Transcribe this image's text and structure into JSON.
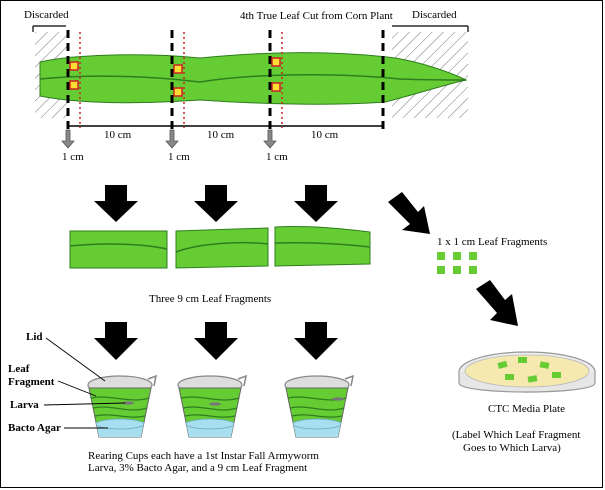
{
  "labels": {
    "title": "4th True Leaf Cut from Corn Plant",
    "discarded_left": "Discarded",
    "discarded_right": "Discarded",
    "seg1": "10 cm",
    "seg2": "10 cm",
    "seg3": "10 cm",
    "cm1": "1 cm",
    "cm2": "1 cm",
    "cm3": "1 cm",
    "fragments_1x1": "1 x 1 cm Leaf Fragments",
    "three_fragments": "Three 9 cm Leaf Fragments",
    "lid": "Lid",
    "leaf_fragment_line1": "Leaf",
    "leaf_fragment_line2": "Fragment",
    "larva": "Larva",
    "bacto_agar": "Bacto Agar",
    "ctc_plate": "CTC Media Plate",
    "ctc_note_line1": "(Label Which Leaf Fragment",
    "ctc_note_line2": "Goes to Which Larva)",
    "rearing_line1": "Rearing Cups each have a 1st Instar Fall Armyworm",
    "rearing_line2": "Larva, 3% Bacto Agar, and a 9 cm Leaf Fragment"
  },
  "colors": {
    "leaf": "#66cc33",
    "leaf_vein": "#2e7d1e",
    "agar": "#a8dff0",
    "cut_red": "#cc2222",
    "petri_media": "#f5e9b0"
  }
}
